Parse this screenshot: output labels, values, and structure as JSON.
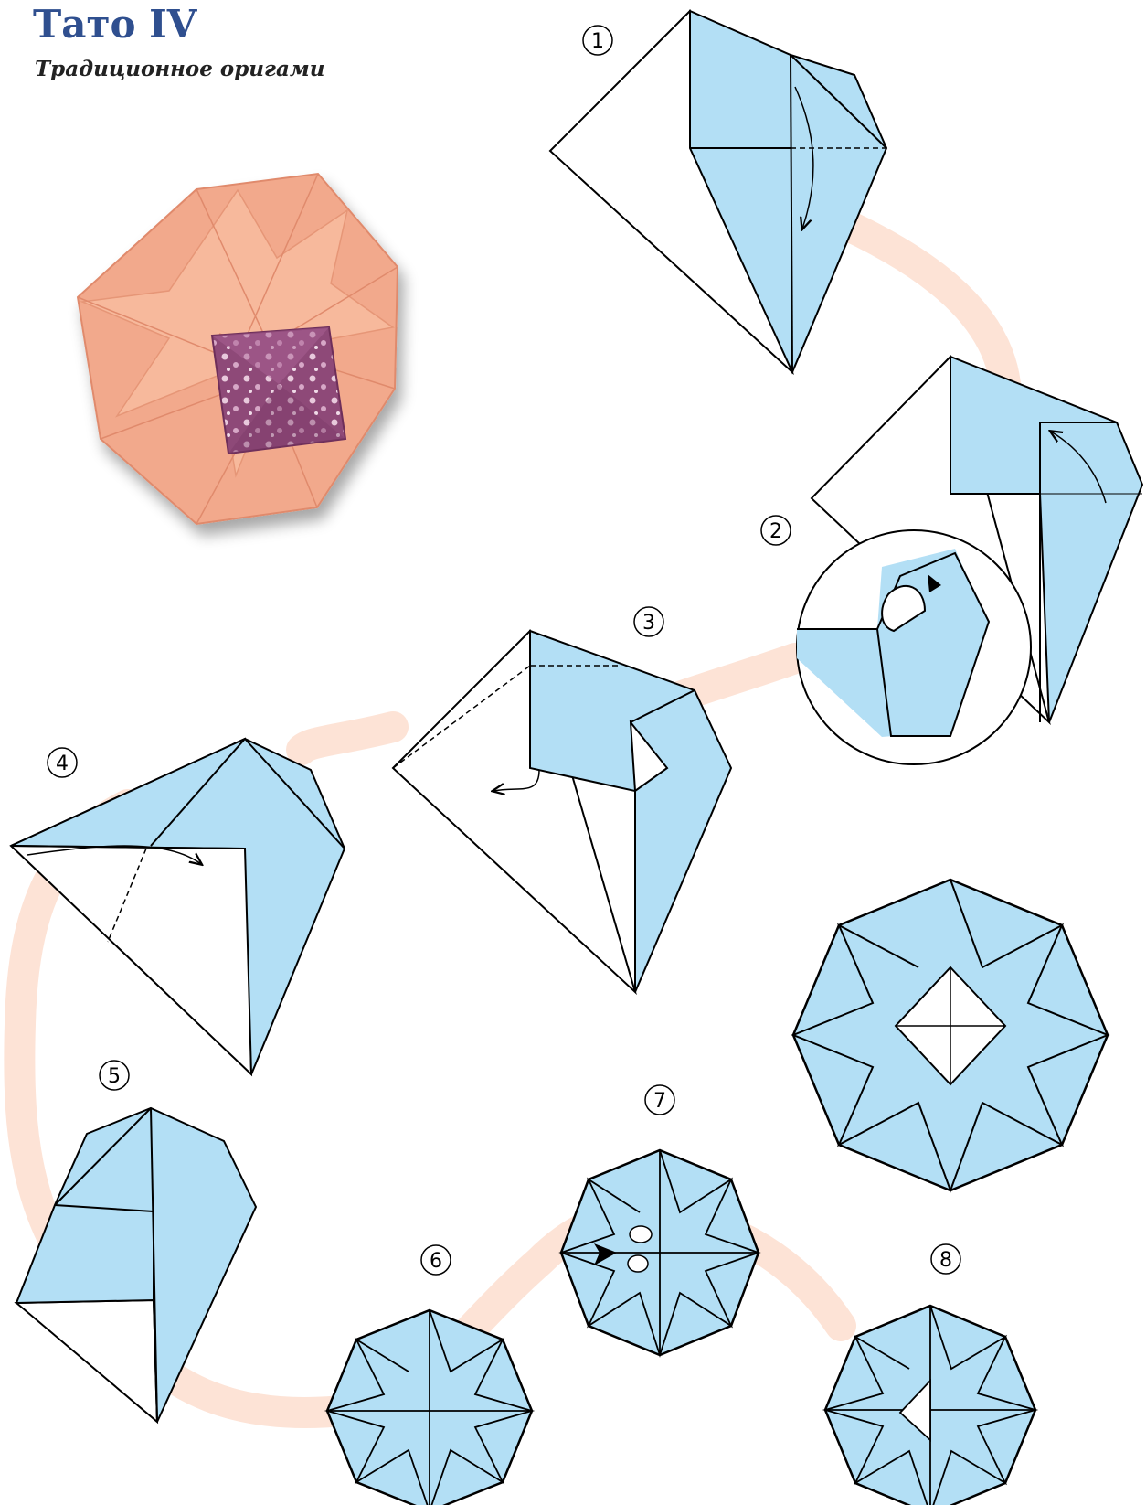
{
  "header": {
    "title": "Тато IV",
    "subtitle": "Традиционное оригами"
  },
  "steps": [
    {
      "label": "1"
    },
    {
      "label": "2"
    },
    {
      "label": "3"
    },
    {
      "label": "4"
    },
    {
      "label": "5"
    },
    {
      "label": "6"
    },
    {
      "label": "7"
    },
    {
      "label": "8"
    }
  ],
  "colors": {
    "paper": "#b3dff5",
    "path": "#fde3d6",
    "photo": "#f2a98c",
    "inner": "#8e4a78",
    "title": "#2f4f8f"
  }
}
